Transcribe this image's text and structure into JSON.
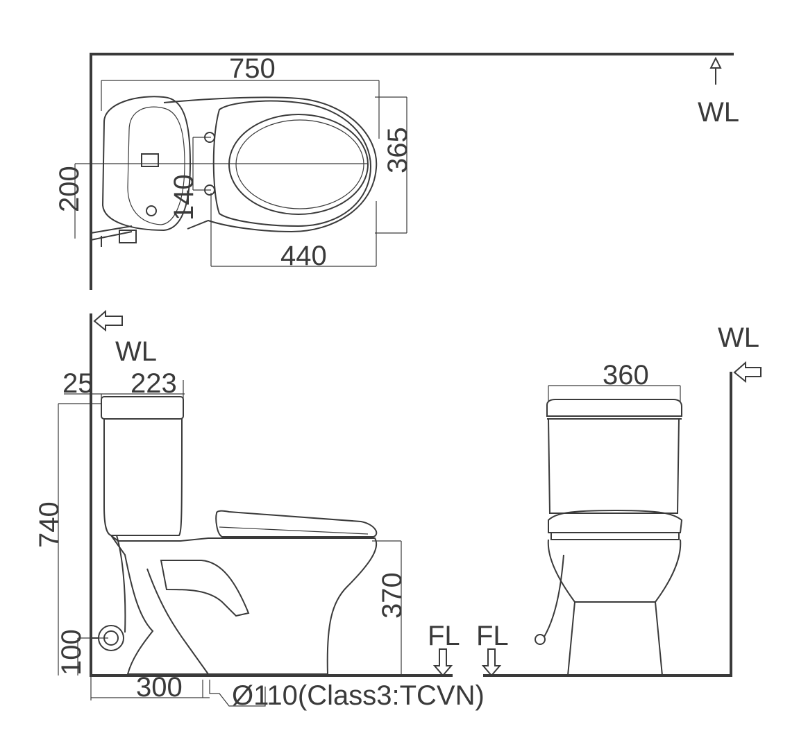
{
  "top_view": {
    "dim_overall_length": "750",
    "dim_width": "365",
    "dim_wall_to_outlet": "200",
    "dim_bolt_spacing": "140",
    "dim_seat_length": "440",
    "wall_label": "WL"
  },
  "side_view": {
    "wall_label": "WL",
    "dim_tank_offset": "25",
    "dim_tank_depth": "223",
    "dim_total_height": "740",
    "dim_inlet_height": "100",
    "dim_seat_height": "370",
    "dim_outlet_distance": "300",
    "outlet_spec": "Ø110(Class3:TCVN)",
    "floor_label": "FL"
  },
  "front_view": {
    "dim_tank_width": "360",
    "wall_label": "WL",
    "floor_label": "FL"
  },
  "colors": {
    "line": "#3a3a3a",
    "background": "#ffffff"
  }
}
